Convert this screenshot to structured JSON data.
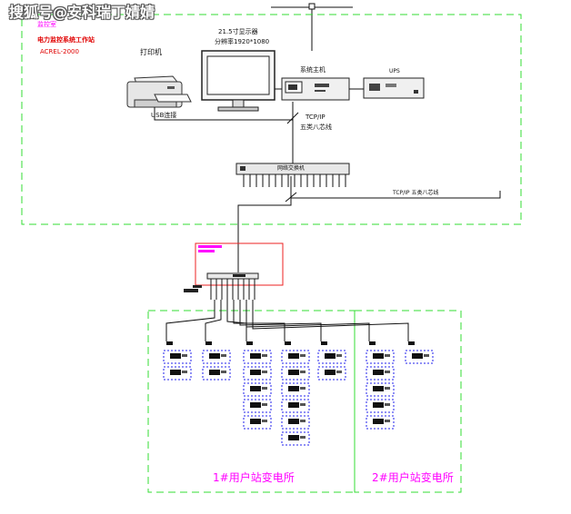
{
  "watermark": "搜狐号@安科瑞丁婧婧",
  "station": {
    "tag": "监控室",
    "title": "电力监控系统工作站",
    "model": "ACREL-2000"
  },
  "devices": {
    "printer": "打印机",
    "monitor_line1": "21.5寸显示器",
    "monitor_line2": "分辨率1920*1080",
    "host": "系统主机",
    "ups": "UPS"
  },
  "links": {
    "usb": "USB连接",
    "tcpip": "TCP/IP",
    "cable": "五类八芯线",
    "switch": "网络交换机",
    "bus": "TCP/IP 五类八芯线"
  },
  "substations": [
    {
      "label": "1#用户站变电所"
    },
    {
      "label": "2#用户站变电所"
    }
  ],
  "colors": {
    "dashed_box": "#33dd33",
    "red_box": "#ee2222",
    "meter_box": "#2222ee",
    "accent": "#ff00ff",
    "line": "#111111"
  }
}
